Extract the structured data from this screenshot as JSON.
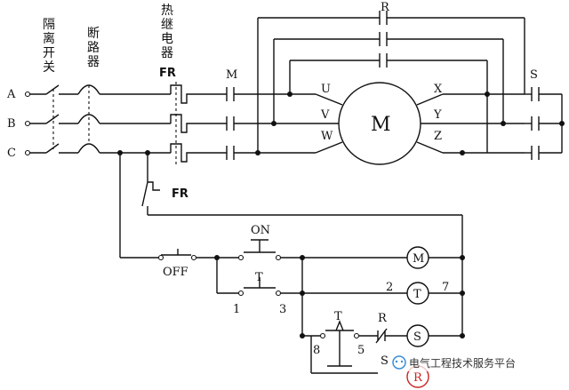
{
  "labels": {
    "isolation_switch": [
      "隔",
      "离",
      "开",
      "关"
    ],
    "breaker": [
      "断",
      "路",
      "器"
    ],
    "thermal_relay": [
      "热",
      "继",
      "电",
      "器"
    ],
    "fr_top": "FR",
    "fr_contact": "FR",
    "phases": [
      "A",
      "B",
      "C"
    ],
    "contactor_m": "M",
    "contactor_s": "S",
    "resistor_r": "R",
    "motor": "M",
    "motor_terminals_left": [
      "U",
      "V",
      "W"
    ],
    "motor_terminals_right": [
      "X",
      "Y",
      "Z"
    ],
    "on_button": "ON",
    "off_button": "OFF",
    "timer_contact": "T",
    "timer_num_1": "1",
    "timer_num_3": "3",
    "coil_m": "M",
    "coil_t": "T",
    "coil_s": "S",
    "coil_r": "R",
    "coil_t_left_num": "2",
    "coil_t_right_num": "7",
    "lower_t": "T",
    "lower_r": "R",
    "lower_s": "S",
    "num_8": "8",
    "num_5": "5"
  },
  "watermark": "电气工程技术服务平台",
  "colors": {
    "line": "#111111",
    "watermark_icon": "#3a8fd8",
    "accent_red": "#cc2222"
  }
}
